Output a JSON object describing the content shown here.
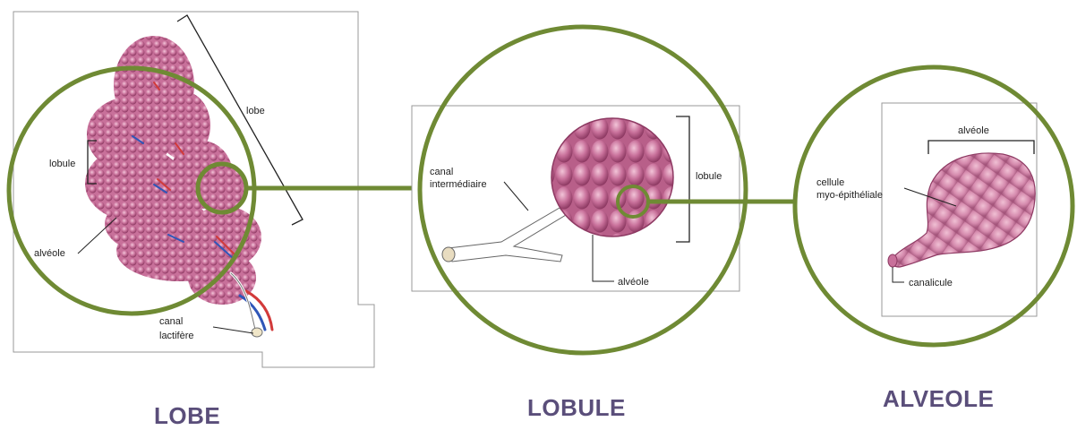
{
  "colors": {
    "ring": "#6f8a34",
    "tissue": "#c8709a",
    "tissue_light": "#e3a6c3",
    "tissue_dark": "#8e3a63",
    "caption": "#5a4e7a",
    "line": "#222222",
    "vessel_red": "#d23a3a",
    "vessel_blue": "#2f56b8"
  },
  "panels": {
    "lobe": {
      "caption": "LOBE",
      "labels": {
        "lobe": "lobe",
        "lobule": "lobule",
        "alveole": "alvéole",
        "canal_1": "canal",
        "canal_2": "lactifère"
      }
    },
    "lobule": {
      "caption": "LOBULE",
      "labels": {
        "canal_1": "canal",
        "canal_2": "intermédiaire",
        "lobule": "lobule",
        "alveole": "alvéole"
      }
    },
    "alveole": {
      "caption": "ALVEOLE",
      "labels": {
        "alveole": "alvéole",
        "cellule_1": "cellule",
        "cellule_2": "myo-épithéliale",
        "canalicule": "canalicule"
      }
    }
  }
}
